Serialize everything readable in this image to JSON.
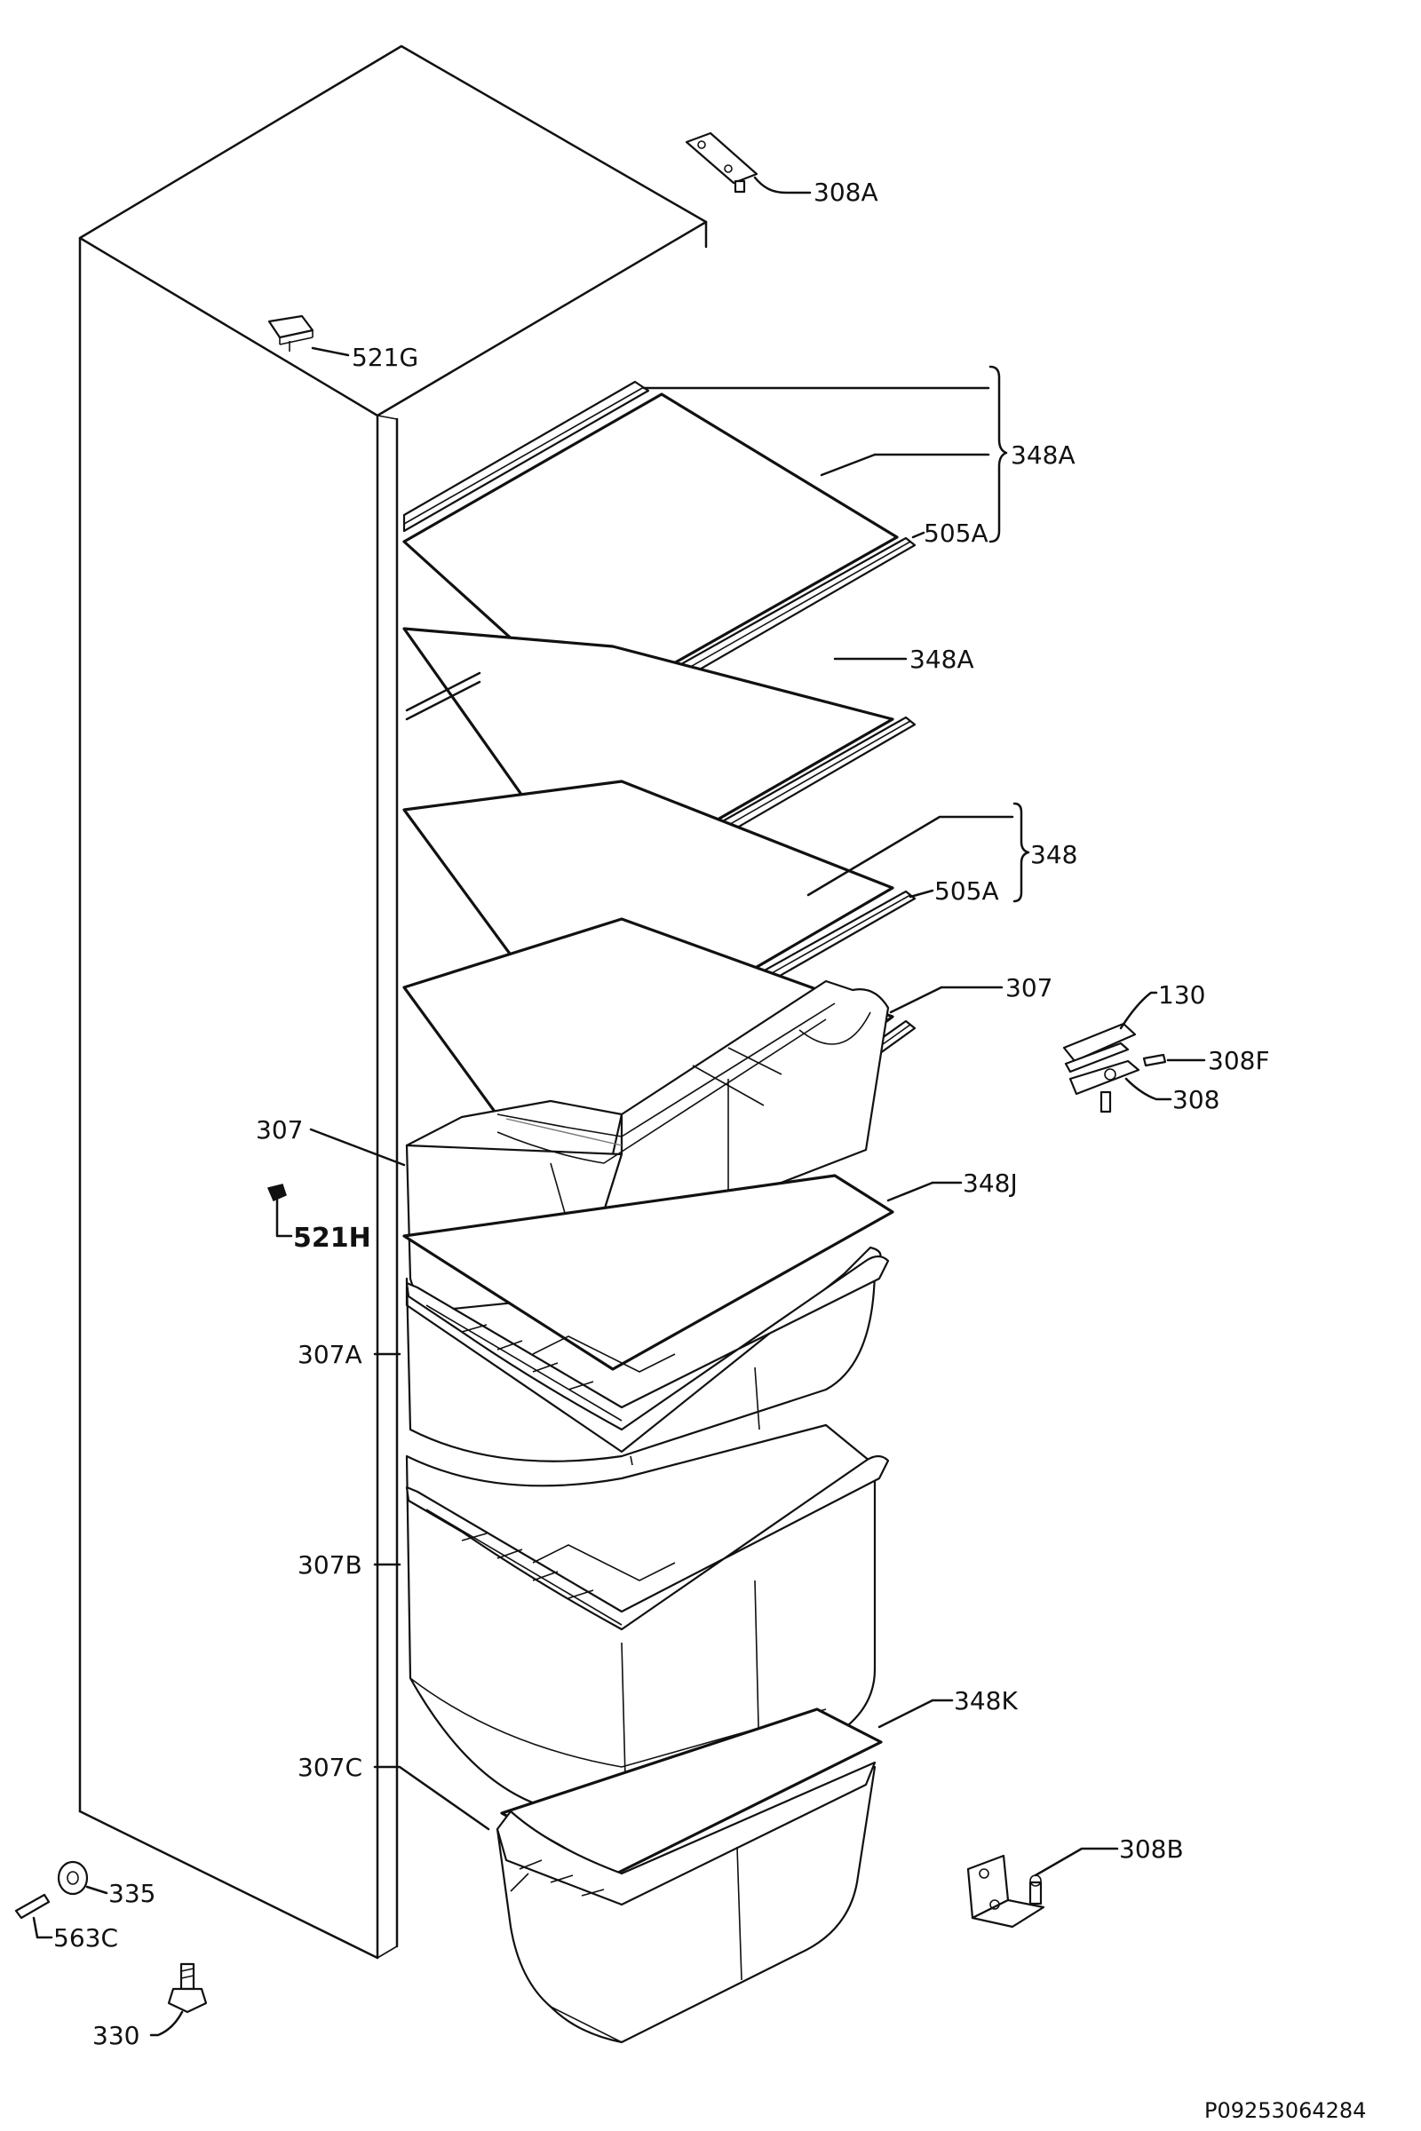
{
  "labels": {
    "p308a": "308A",
    "p521g": "521G",
    "p348a_1": "348A",
    "p505a_1": "505A",
    "p348a_2": "348A",
    "p348": "348",
    "p505a_2": "505A",
    "p307_r": "307",
    "p130": "130",
    "p308f": "308F",
    "p308": "308",
    "p307_l": "307",
    "p348j": "348J",
    "p521h": "521H",
    "p307a": "307A",
    "p307b": "307B",
    "p307c": "307C",
    "p348k": "348K",
    "p308b": "308B",
    "p335": "335",
    "p563c": "563C",
    "p330": "330"
  },
  "document_code": "P09253064284"
}
